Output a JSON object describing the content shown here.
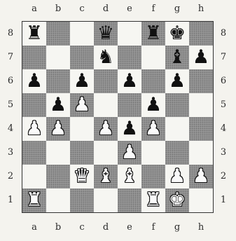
{
  "board": {
    "files": [
      "a",
      "b",
      "c",
      "d",
      "e",
      "f",
      "g",
      "h"
    ],
    "ranks": [
      "8",
      "7",
      "6",
      "5",
      "4",
      "3",
      "2",
      "1"
    ],
    "pieces": [
      {
        "square": "a8",
        "color": "black",
        "type": "rook",
        "glyph": "♜"
      },
      {
        "square": "d8",
        "color": "black",
        "type": "queen",
        "glyph": "♛"
      },
      {
        "square": "f8",
        "color": "black",
        "type": "rook",
        "glyph": "♜"
      },
      {
        "square": "g8",
        "color": "black",
        "type": "king",
        "glyph": "♚"
      },
      {
        "square": "d7",
        "color": "black",
        "type": "knight",
        "glyph": "♞"
      },
      {
        "square": "g7",
        "color": "black",
        "type": "bishop",
        "glyph": "♝"
      },
      {
        "square": "h7",
        "color": "black",
        "type": "pawn",
        "glyph": "♟"
      },
      {
        "square": "a6",
        "color": "black",
        "type": "pawn",
        "glyph": "♟"
      },
      {
        "square": "c6",
        "color": "black",
        "type": "pawn",
        "glyph": "♟"
      },
      {
        "square": "e6",
        "color": "black",
        "type": "pawn",
        "glyph": "♟"
      },
      {
        "square": "g6",
        "color": "black",
        "type": "pawn",
        "glyph": "♟"
      },
      {
        "square": "b5",
        "color": "black",
        "type": "pawn",
        "glyph": "♟"
      },
      {
        "square": "c5",
        "color": "white",
        "type": "pawn",
        "glyph": "♟"
      },
      {
        "square": "f5",
        "color": "black",
        "type": "pawn",
        "glyph": "♟"
      },
      {
        "square": "a4",
        "color": "white",
        "type": "pawn",
        "glyph": "♟"
      },
      {
        "square": "b4",
        "color": "white",
        "type": "pawn",
        "glyph": "♟"
      },
      {
        "square": "d4",
        "color": "white",
        "type": "pawn",
        "glyph": "♟"
      },
      {
        "square": "e4",
        "color": "black",
        "type": "pawn",
        "glyph": "♟"
      },
      {
        "square": "f4",
        "color": "white",
        "type": "pawn",
        "glyph": "♟"
      },
      {
        "square": "e3",
        "color": "white",
        "type": "pawn",
        "glyph": "♟"
      },
      {
        "square": "c2",
        "color": "white",
        "type": "queen",
        "glyph": "♛"
      },
      {
        "square": "d2",
        "color": "white",
        "type": "bishop",
        "glyph": "♝"
      },
      {
        "square": "e2",
        "color": "white",
        "type": "bishop",
        "glyph": "♝"
      },
      {
        "square": "g2",
        "color": "white",
        "type": "pawn",
        "glyph": "♟"
      },
      {
        "square": "h2",
        "color": "white",
        "type": "pawn",
        "glyph": "♟"
      },
      {
        "square": "a1",
        "color": "white",
        "type": "rook",
        "glyph": "♜"
      },
      {
        "square": "f1",
        "color": "white",
        "type": "rook",
        "glyph": "♜"
      },
      {
        "square": "g1",
        "color": "white",
        "type": "king",
        "glyph": "♚"
      }
    ]
  },
  "colors": {
    "light_square": "#f6f6f2",
    "dark_square": "#8f8f8f",
    "black_piece": "#111111",
    "white_piece": "#fafafa",
    "background": "#f4f3ee"
  }
}
